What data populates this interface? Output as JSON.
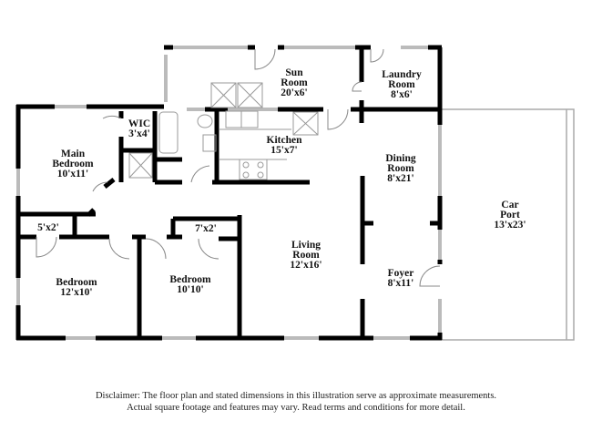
{
  "rooms": {
    "sun_room": {
      "name1": "Sun",
      "name2": "Room",
      "dims": "20'x6'"
    },
    "laundry": {
      "name1": "Laundry",
      "name2": "Room",
      "dims": "8'x6'"
    },
    "wic": {
      "name1": "WIC",
      "dims": "3'x4'"
    },
    "main_bedroom": {
      "name1": "Main",
      "name2": "Bedroom",
      "dims": "10'x11'"
    },
    "kitchen": {
      "name1": "Kitchen",
      "dims": "15'x7'"
    },
    "dining": {
      "name1": "Dining",
      "name2": "Room",
      "dims": "8'x21'"
    },
    "car_port": {
      "name1": "Car",
      "name2": "Port",
      "dims": "13'x23'"
    },
    "closet1": {
      "dims": "5'x2'"
    },
    "closet2": {
      "dims": "7'x2'"
    },
    "living": {
      "name1": "Living",
      "name2": "Room",
      "dims": "12'x16'"
    },
    "bedroom1": {
      "name1": "Bedroom",
      "dims": "12'x10'"
    },
    "bedroom2": {
      "name1": "Bedroom",
      "dims": "10'10'"
    },
    "foyer": {
      "name1": "Foyer",
      "dims": "8'x11'"
    }
  },
  "disclaimer": {
    "line1": "Disclaimer: The floor plan and stated dimensions in this illustration serve as approximate measurements.",
    "line2": "Actual square footage and features may vary. Read terms and conditions for more detail."
  }
}
